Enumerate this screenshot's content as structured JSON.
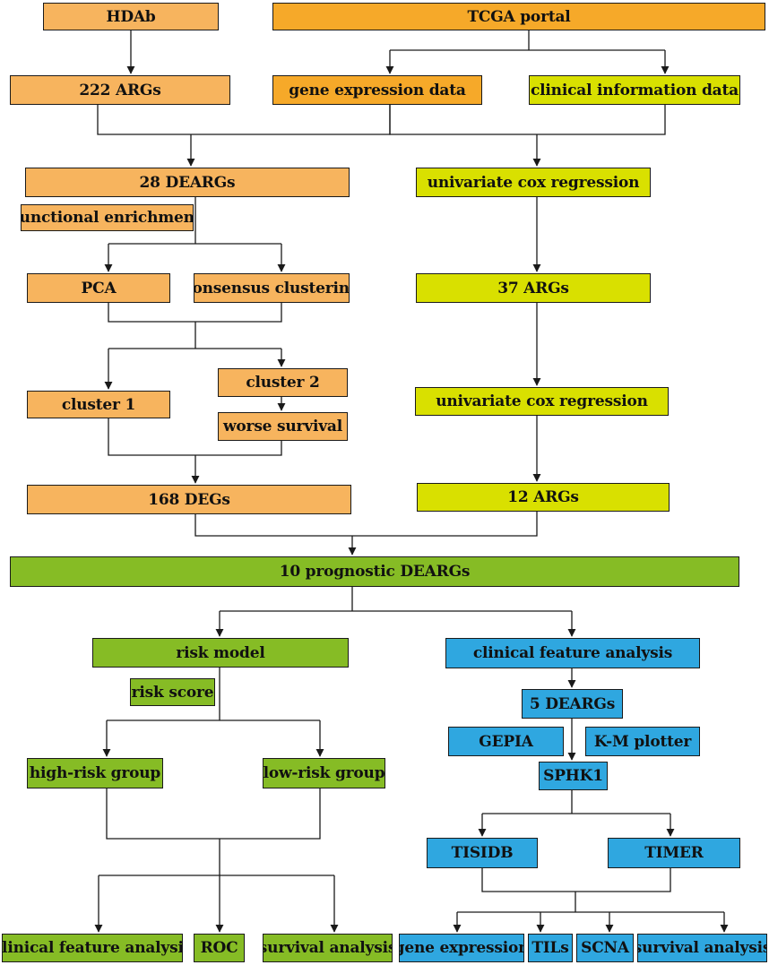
{
  "colors": {
    "orange": "#f7b45e",
    "amber": "#f6a929",
    "lime": "#d9e000",
    "green": "#86bc25",
    "blue": "#2fa7e0",
    "line": "#1a1a1a"
  },
  "nodes": {
    "hdab": "HDAb",
    "tcga": "TCGA portal",
    "args222": "222 ARGs",
    "gene_expr_data": "gene expression data",
    "clinical_info": "clinical information data",
    "deargs28": "28 DEARGs",
    "func_enrich": "functional enrichment",
    "univariate1": "univariate cox regression",
    "pca": "PCA",
    "consensus": "consensus clustering",
    "args37": "37 ARGs",
    "cluster1": "cluster 1",
    "cluster2": "cluster 2",
    "worse_survival": "worse survival",
    "univariate2": "univariate cox regression",
    "degs168": "168 DEGs",
    "args12": "12 ARGs",
    "prognostic": "10 prognostic DEARGs",
    "risk_model": "risk model",
    "clinical_feature_top": "clinical feature analysis",
    "risk_score": "risk score",
    "deargs5": "5 DEARGs",
    "gepia": "GEPIA",
    "km_plotter": "K-M plotter",
    "sphk1": "SPHK1",
    "high_risk": "high-risk  group",
    "low_risk": "low-risk group",
    "tisidb": "TISIDB",
    "timer": "TIMER",
    "clinical_feature_bottom": "clinical feature analysis",
    "roc": "ROC",
    "survival_left": "survival analysis",
    "gene_expression": "gene expression",
    "tils": "TILs",
    "scna": "SCNA",
    "survival_right": "survival analysis"
  }
}
